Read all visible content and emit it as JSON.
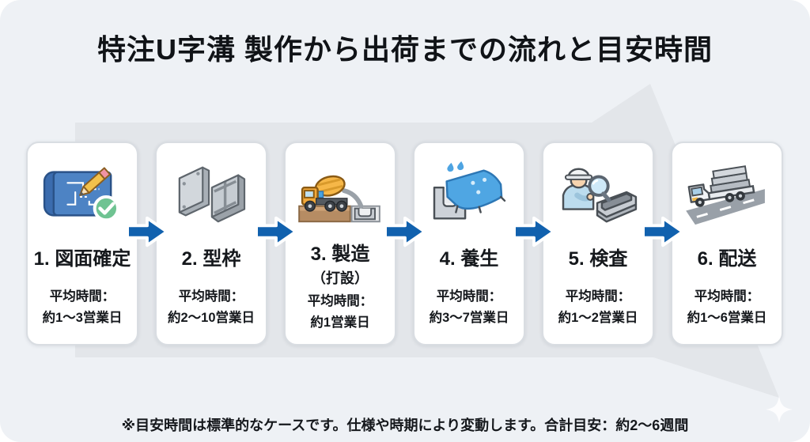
{
  "page": {
    "title": "特注U字溝 製作から出荷までの流れと目安時間"
  },
  "footer": {
    "note": "※目安時間は標準的なケースです。仕様や時期により変動します。合計目安：約2〜6週間"
  },
  "colors": {
    "page_bg": "#eef1f5",
    "bg_arrow": "#e3e6ea",
    "card_bg": "#ffffff",
    "card_border": "#d9dde2",
    "accent_blue": "#1161ae",
    "text": "#15181c",
    "check_green": "#6fc392",
    "tarp_blue": "#4fa6e3",
    "mixer_orange": "#f2a93b"
  },
  "steps": [
    {
      "number": "1.",
      "name": "図面確定",
      "time_label": "平均時間：",
      "time_value": "約1〜3営業日",
      "icon": "blueprint-approved-icon"
    },
    {
      "number": "2.",
      "name": "型枠",
      "time_label": "平均時間：",
      "time_value": "約2〜10営業日",
      "icon": "formwork-icon"
    },
    {
      "number": "3.",
      "name": "製造",
      "subtitle": "（打設）",
      "time_label": "平均時間：",
      "time_value": "約1営業日",
      "icon": "mixer-truck-icon"
    },
    {
      "number": "4.",
      "name": "養生",
      "time_label": "平均時間：",
      "time_value": "約3〜7営業日",
      "icon": "curing-sheet-icon"
    },
    {
      "number": "5.",
      "name": "検査",
      "time_label": "平均時間：",
      "time_value": "約1〜2営業日",
      "icon": "inspection-icon"
    },
    {
      "number": "6.",
      "name": "配送",
      "time_label": "平均時間：",
      "time_value": "約1〜6営業日",
      "icon": "delivery-truck-icon"
    }
  ]
}
